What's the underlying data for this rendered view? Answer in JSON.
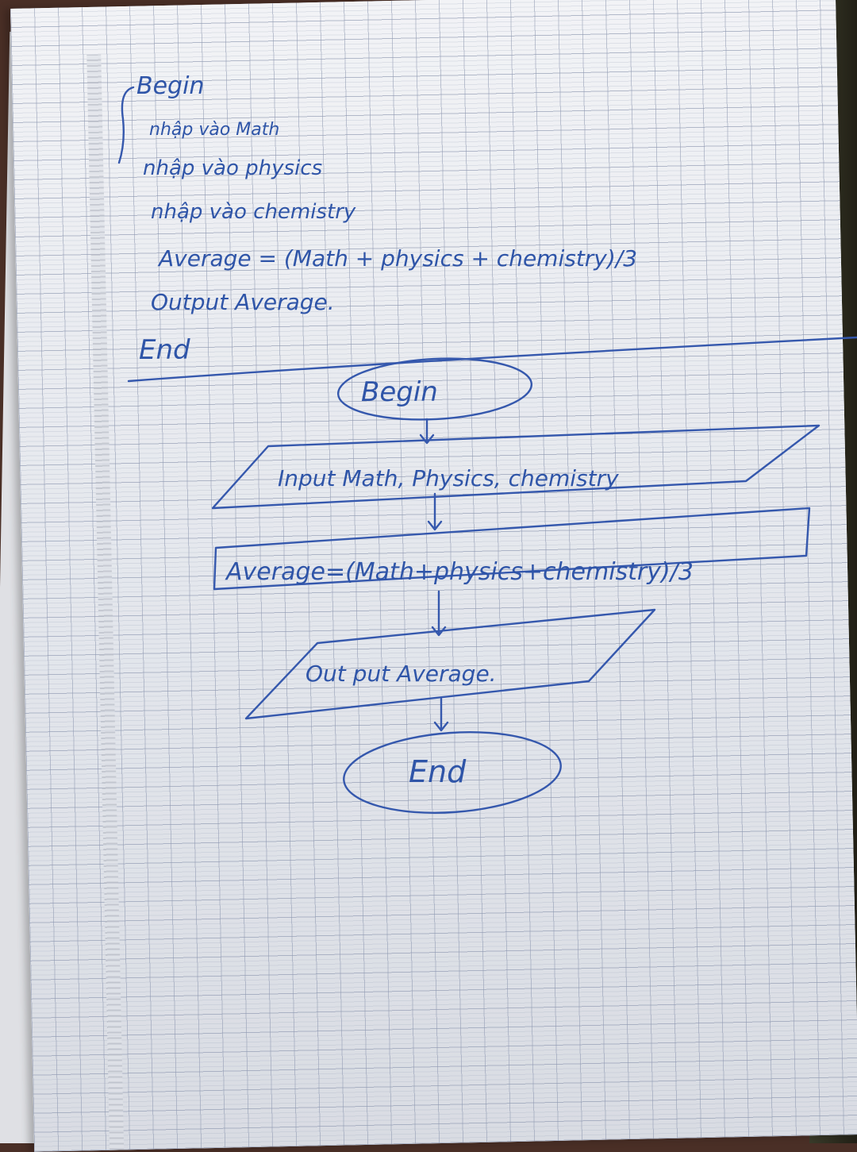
{
  "pseudocode": {
    "begin": "Begin",
    "line_math": "nhập vào Math",
    "line_physics": "nhập vào physics",
    "line_chemistry": "nhập vào chemistry",
    "line_average": "Average = (Math + physics + chemistry)/3",
    "line_output": "Output Average.",
    "end": "End"
  },
  "flowchart": {
    "begin": "Begin",
    "input": "Input Math, Physics, chemistry",
    "process": "Average=(Math+physics+chemistry)/3",
    "output": "Out put Average.",
    "end": "End"
  },
  "colors": {
    "ink": "#3558ad",
    "paper": "#e9ebef",
    "grid": "#8c96af"
  }
}
